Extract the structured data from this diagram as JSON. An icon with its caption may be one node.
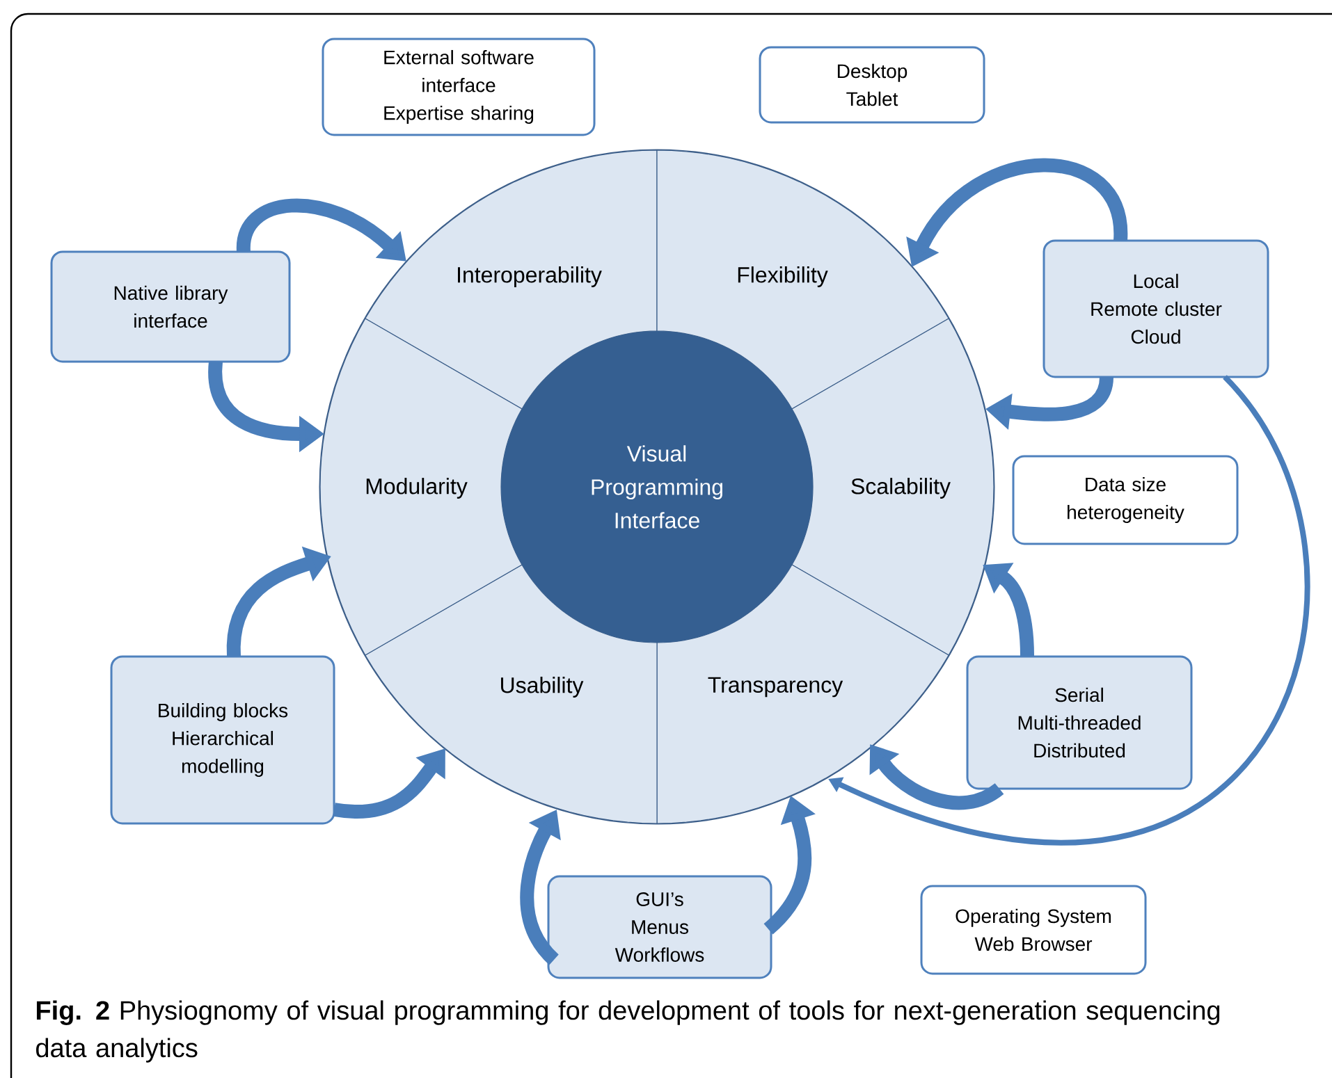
{
  "diagram": {
    "caption": "**Fig. 2** Physiognomy of visual programming for development of tools for next-generation sequencing data analytics",
    "nodes": [
      {
        "text": [],
        "shape": "circle"
      },
      {
        "text": [
          "Interoperability"
        ],
        "in": 0
      },
      {
        "text": [
          "Flexibility"
        ],
        "in": 0
      },
      {
        "text": [
          "Scalability"
        ],
        "in": 0
      },
      {
        "text": [
          "Transparency"
        ],
        "in": 0
      },
      {
        "text": [
          "Usability"
        ],
        "in": 0
      },
      {
        "text": [
          "Modularity"
        ],
        "in": 0
      },
      {
        "text": [
          "Visual Programming Interface"
        ],
        "in": 0
      },
      {
        "text": [
          "External software interface",
          "Expertise sharing"
        ]
      },
      {
        "text": [
          "Desktop",
          "Tablet"
        ]
      },
      {
        "text": [
          "Native library interface"
        ]
      },
      {
        "text": [
          "Local",
          "Remote cluster",
          "Cloud"
        ]
      },
      {
        "text": [
          "Data size heterogeneity"
        ]
      },
      {
        "text": [
          "Building blocks",
          "Hierarchical modelling"
        ]
      },
      {
        "text": [
          "Serial",
          "Multi-threaded",
          "Distributed"
        ]
      },
      {
        "text": [
          "GUI’s",
          "Menus",
          "Workflows"
        ]
      },
      {
        "text": [
          "Operating System",
          "Web Browser"
        ]
      }
    ],
    "edges": [
      {
        "from": 10,
        "to": 1,
        "arrow": "to"
      },
      {
        "from": 10,
        "to": 6,
        "arrow": "to"
      },
      {
        "from": 11,
        "to": 2,
        "arrow": "to"
      },
      {
        "from": 11,
        "to": 3,
        "arrow": "to"
      },
      {
        "from": 11,
        "to": 4,
        "arrow": "to"
      },
      {
        "from": 14,
        "to": 3,
        "arrow": "to"
      },
      {
        "from": 14,
        "to": 4,
        "arrow": "to"
      },
      {
        "from": 13,
        "to": 6,
        "arrow": "to"
      },
      {
        "from": 13,
        "to": 5,
        "arrow": "to"
      },
      {
        "from": 15,
        "to": 5,
        "arrow": "to"
      },
      {
        "from": 15,
        "to": 4,
        "arrow": "to"
      }
    ]
  }
}
